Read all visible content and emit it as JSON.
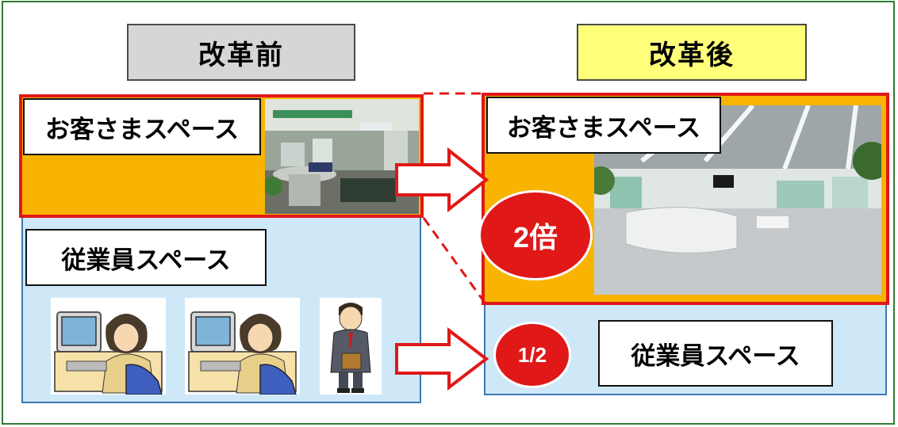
{
  "before": {
    "title": "改革前",
    "customer_space": "お客さまスペース",
    "staff_space": "従業員スペース"
  },
  "after": {
    "title": "改革後",
    "customer_space": "お客さまスペース",
    "staff_space": "従業員スペース",
    "customer_ratio": "2倍",
    "staff_ratio": "1/2"
  },
  "colors": {
    "frame": "#2e7d32",
    "before_title_bg": "#d6d6d6",
    "after_title_bg": "#ffff7a",
    "customer_area": "#f8b400",
    "staff_area": "#cfe8f8",
    "highlight_red": "#e01818"
  },
  "icons": [
    "photo-lobby-before",
    "photo-lobby-after",
    "person-at-computer-icon",
    "person-at-computer-icon",
    "businessman-icon",
    "right-arrow-icon"
  ]
}
